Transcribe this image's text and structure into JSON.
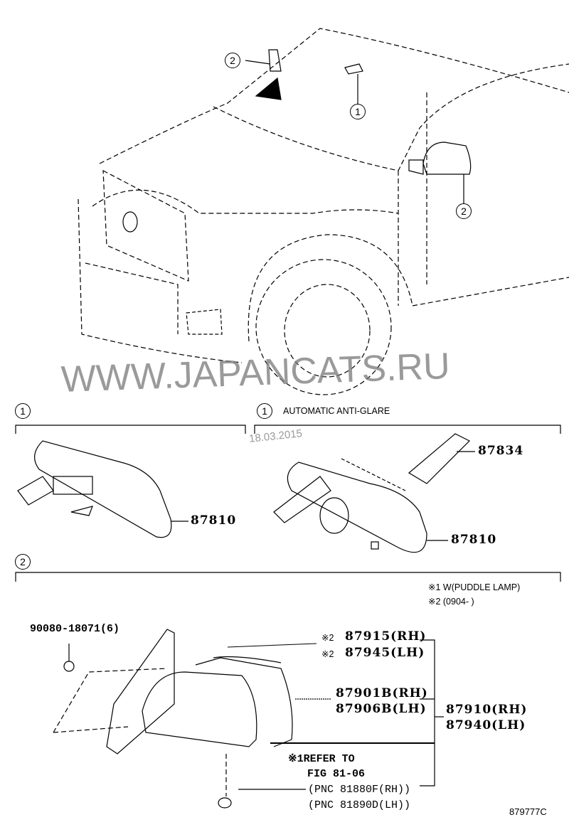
{
  "callouts": {
    "top_mirror_left": "2",
    "top_inner": "1",
    "top_mirror_right": "2",
    "section1_left": "1",
    "section1_right": "1",
    "section2": "2"
  },
  "watermark": {
    "site": "WWW.JAPANCATS.RU",
    "date": "18.03.2015"
  },
  "section1_right_title": "AUTOMATIC ANTI-GLARE",
  "parts": {
    "inner_mirror_std": "87810",
    "sensor_cover": "87834",
    "inner_mirror_auto": "87810",
    "screw": "90080-18071(6)",
    "p87915": "87915(RH)",
    "p87945": "87945(LH)",
    "p87901": "87901B(RH)",
    "p87906": "87906B(LH)",
    "p87910": "87910(RH)",
    "p87940": "87940(LH)",
    "mark2a": "※2",
    "mark2b": "※2"
  },
  "notes": {
    "n1": "※1 W(PUDDLE LAMP)",
    "n2": "※2 (0904-      )"
  },
  "refer": {
    "l1": "※1REFER TO",
    "l2": "FIG 81-06",
    "l3": "(PNC 81880F(RH))",
    "l4": "(PNC 81890D(LH))"
  },
  "figure_id": "879777C"
}
